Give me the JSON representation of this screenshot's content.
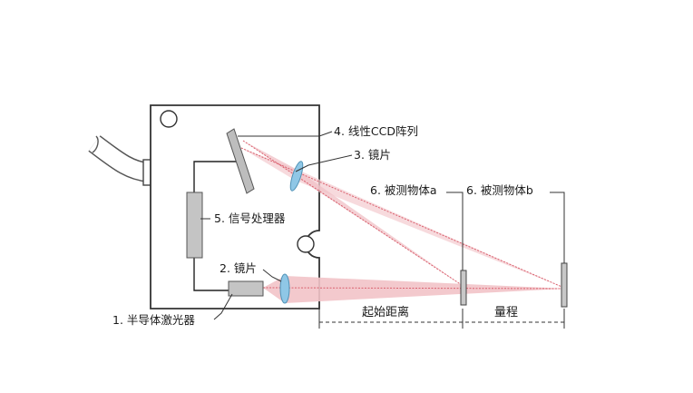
{
  "labels": {
    "ccd_array": "4. 线性CCD阵列",
    "lens_upper": "3. 镜片",
    "target_a": "6. 被测物体a",
    "target_b": "6. 被测物体b",
    "signal_processor": "5. 信号处理器",
    "lens_lower": "2. 镜片",
    "laser": "1. 半导体激光器"
  },
  "dimensions": {
    "start_distance": "起始距离",
    "range": "量程"
  },
  "colors": {
    "beam_fill": "#f2c3c8",
    "beam_line": "#d9606e",
    "lens": "#8fc7e6",
    "component_gray": "#c4c4c4",
    "outline": "#333333"
  }
}
